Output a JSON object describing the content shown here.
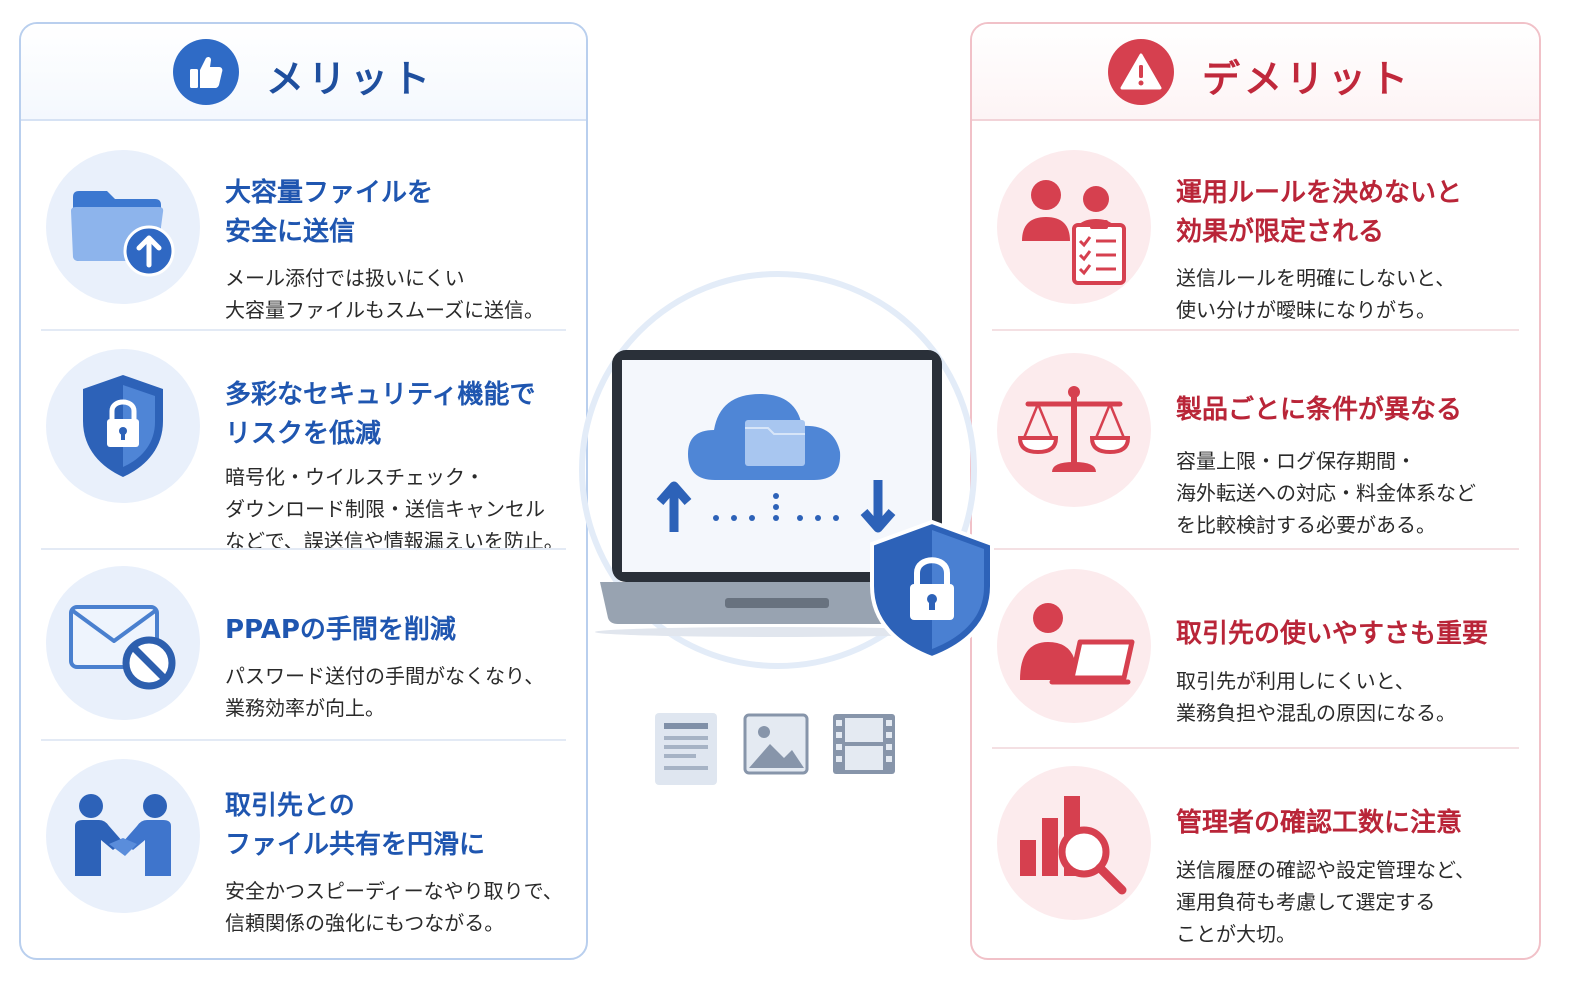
{
  "merit": {
    "title": "メリット",
    "header_icon": "thumbs-up-icon",
    "accent": "#2f6bc6",
    "items": [
      {
        "icon": "folder-upload-icon",
        "title": "大容量ファイルを\n安全に送信",
        "desc": "メール添付では扱いにくい\n大容量ファイルもスムーズに送信。"
      },
      {
        "icon": "shield-lock-icon",
        "title": "多彩なセキュリティ機能で\nリスクを低減",
        "desc": "暗号化・ウイルスチェック・\nダウンロード制限・送信キャンセル\nなどで、誤送信や情報漏えいを防止。"
      },
      {
        "icon": "mail-blocked-icon",
        "title": "PPAPの手間を削減",
        "desc": "パスワード送付の手間がなくなり、\n業務効率が向上。"
      },
      {
        "icon": "handshake-icon",
        "title": "取引先との\nファイル共有を円滑に",
        "desc": "安全かつスピーディーなやり取りで、\n信頼関係の強化にもつながる。"
      }
    ]
  },
  "demerit": {
    "title": "デメリット",
    "header_icon": "warning-icon",
    "accent": "#d6404f",
    "items": [
      {
        "icon": "people-checklist-icon",
        "title": "運用ルールを決めないと\n効果が限定される",
        "desc": "送信ルールを明確にしないと、\n使い分けが曖昧になりがち。"
      },
      {
        "icon": "scales-icon",
        "title": "製品ごとに条件が異なる",
        "desc": "容量上限・ログ保存期間・\n海外転送への対応・料金体系など\nを比較検討する必要がある。"
      },
      {
        "icon": "person-laptop-icon",
        "title": "取引先の使いやすさも重要",
        "desc": "取引先が利用しにくいと、\n業務負担や混乱の原因になる。"
      },
      {
        "icon": "chart-magnifier-icon",
        "title": "管理者の確認工数に注意",
        "desc": "送信履歴の確認や設定管理など、\n運用負荷も考慮して選定する\nことが大切。"
      }
    ]
  },
  "center": {
    "icons": [
      "laptop-icon",
      "cloud-folder-icon",
      "upload-arrow-icon",
      "download-arrow-icon",
      "shield-lock-icon",
      "document-icon",
      "image-icon",
      "film-icon"
    ]
  }
}
